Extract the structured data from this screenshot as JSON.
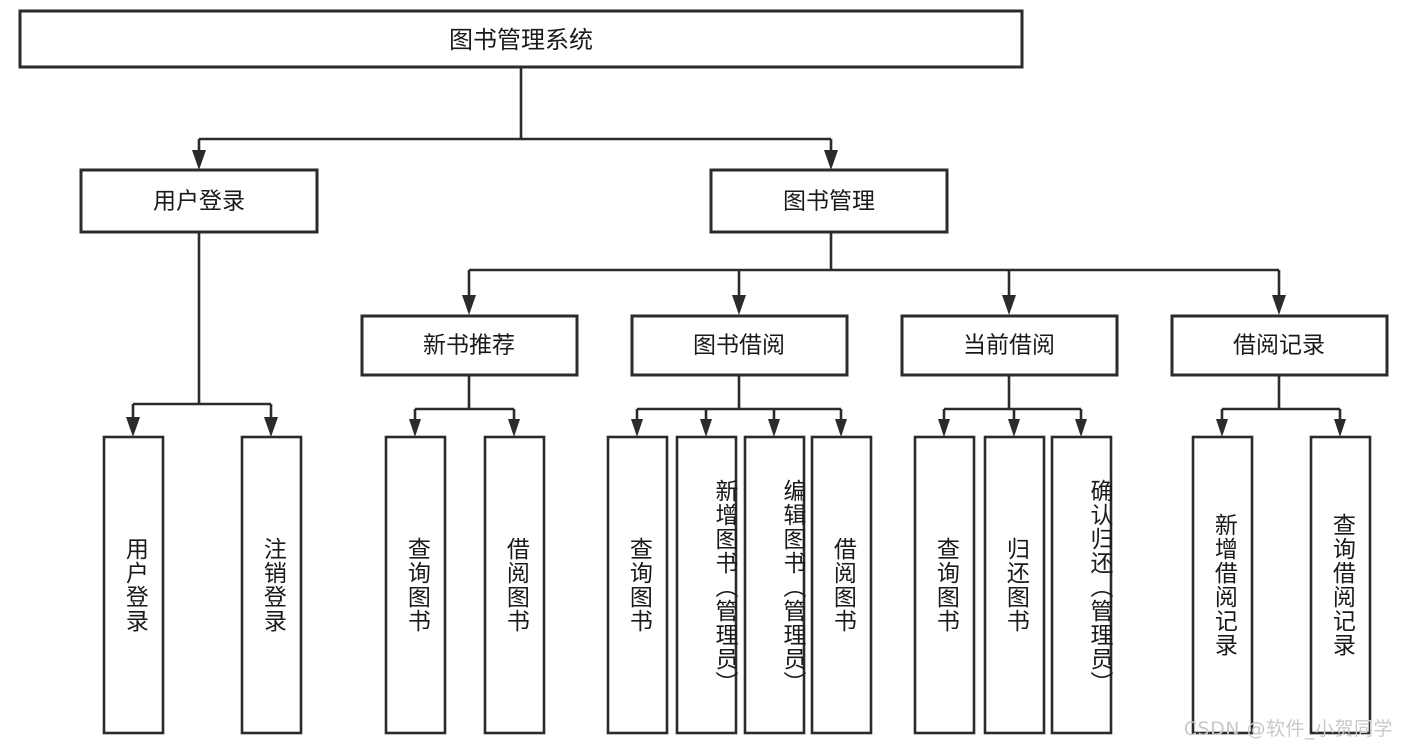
{
  "diagram": {
    "type": "tree-hierarchy-chart",
    "title": "图书管理系统",
    "root": {
      "id": "root",
      "label": "图书管理系统"
    },
    "level2": [
      {
        "id": "user-login",
        "label": "用户登录"
      },
      {
        "id": "book-management",
        "label": "图书管理"
      }
    ],
    "level3": [
      {
        "id": "new-book-recommend",
        "label": "新书推荐",
        "parent": "book-management"
      },
      {
        "id": "book-borrow",
        "label": "图书借阅",
        "parent": "book-management"
      },
      {
        "id": "current-borrow",
        "label": "当前借阅",
        "parent": "book-management"
      },
      {
        "id": "borrow-record",
        "label": "借阅记录",
        "parent": "book-management"
      }
    ],
    "leaves": {
      "user-login": [
        {
          "id": "leaf-user-login",
          "label": "用户登录"
        },
        {
          "id": "leaf-user-logout",
          "label": "注销登录"
        }
      ],
      "new-book-recommend": [
        {
          "id": "leaf-query-book-1",
          "label": "查询图书"
        },
        {
          "id": "leaf-borrow-book-1",
          "label": "借阅图书"
        }
      ],
      "book-borrow": [
        {
          "id": "leaf-query-book-2",
          "label": "查询图书"
        },
        {
          "id": "leaf-add-book",
          "label": "新增图书（管理员）"
        },
        {
          "id": "leaf-edit-book",
          "label": "编辑图书（管理员）"
        },
        {
          "id": "leaf-borrow-book-2",
          "label": "借阅图书"
        }
      ],
      "current-borrow": [
        {
          "id": "leaf-query-book-3",
          "label": "查询图书"
        },
        {
          "id": "leaf-return-book",
          "label": "归还图书"
        },
        {
          "id": "leaf-confirm-return",
          "label": "确认归还（管理员）"
        }
      ],
      "borrow-record": [
        {
          "id": "leaf-add-record",
          "label": "新增借阅记录"
        },
        {
          "id": "leaf-query-record",
          "label": "查询借阅记录"
        }
      ]
    },
    "colors": {
      "stroke": "#2b2b2b",
      "fill": "#ffffff",
      "text": "#1a1a1a",
      "watermark": "#c9c9c9"
    }
  },
  "watermark": {
    "text": "CSDN @软件_小贺同学"
  }
}
